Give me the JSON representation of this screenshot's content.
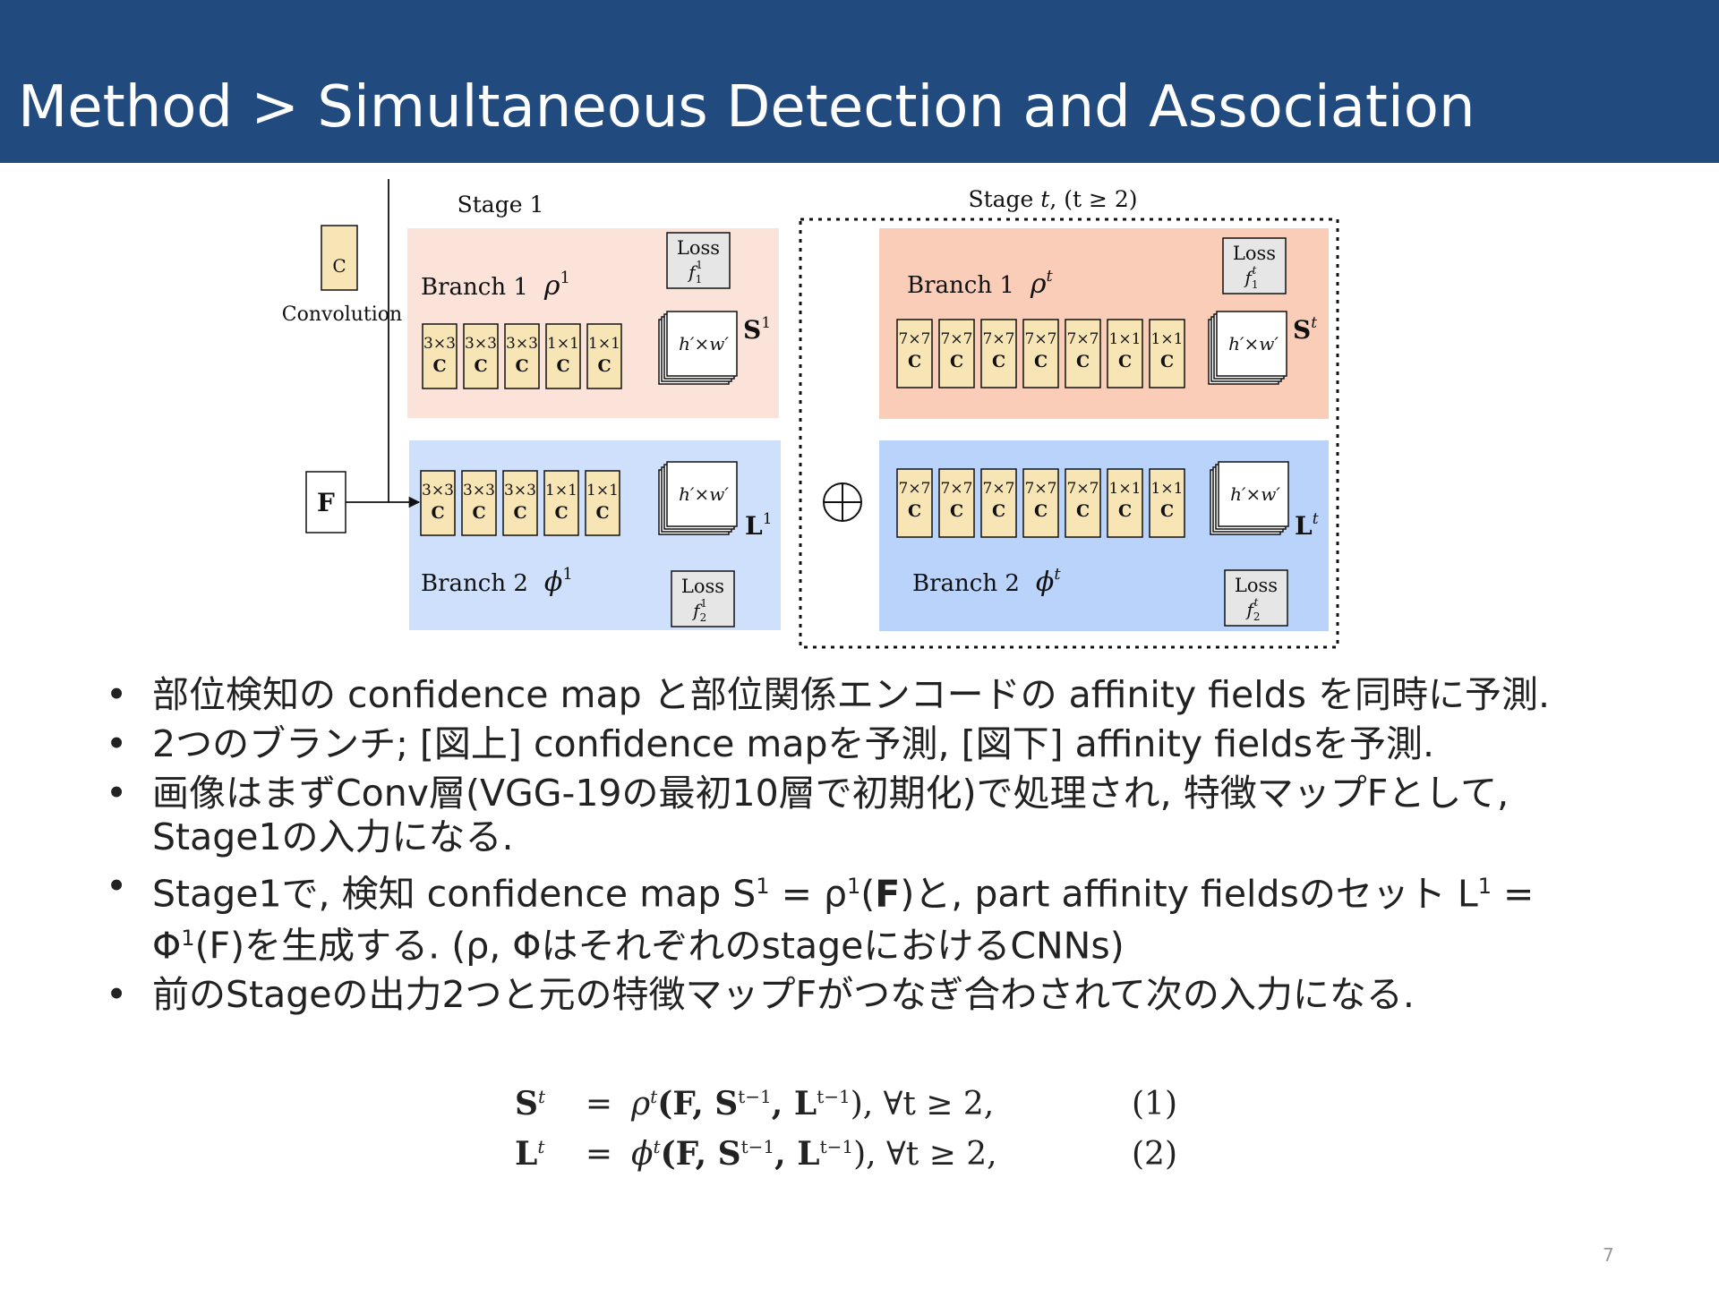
{
  "header": {
    "title": "Method > Simultaneous Detection and Association",
    "background_color": "#214a7f"
  },
  "diagram": {
    "legend_symbol": "C",
    "legend_label": "Convolution",
    "input_label": "F",
    "stage1": {
      "title": "Stage 1",
      "branch1_label": "Branch 1",
      "branch1_symbol": "ρ",
      "branch1_sup": "1",
      "branch2_label": "Branch 2",
      "branch2_symbol": "ϕ",
      "branch2_sup": "1",
      "conv_sizes": [
        "3×3",
        "3×3",
        "3×3",
        "1×1",
        "1×1"
      ],
      "conv_letter": "C",
      "map_label": "h′×w′",
      "loss_label": "Loss",
      "loss1_sym": "f",
      "loss1_sub": "1",
      "loss1_sup": "1",
      "loss2_sym": "f",
      "loss2_sub": "2",
      "loss2_sup": "1",
      "out1_sym": "S",
      "out1_sup": "1",
      "out2_sym": "L",
      "out2_sup": "1"
    },
    "staget": {
      "title_prefix": "Stage ",
      "title_var": "t",
      "title_cond": ", (t ≥ 2)",
      "branch1_label": "Branch 1",
      "branch1_symbol": "ρ",
      "branch1_sup": "t",
      "branch2_label": "Branch 2",
      "branch2_symbol": "ϕ",
      "branch2_sup": "t",
      "conv_sizes": [
        "7×7",
        "7×7",
        "7×7",
        "7×7",
        "7×7",
        "1×1",
        "1×1"
      ],
      "conv_letter": "C",
      "map_label": "h′×w′",
      "loss_label": "Loss",
      "loss1_sym": "f",
      "loss1_sub": "1",
      "loss1_sup": "t",
      "loss2_sym": "f",
      "loss2_sub": "2",
      "loss2_sup": "t",
      "out1_sym": "S",
      "out1_sup": "t",
      "out2_sym": "L",
      "out2_sup": "t"
    },
    "colors": {
      "stage1_branch1_bg": "#fbe3da",
      "stage1_branch2_bg": "#cfe0fc",
      "staget_branch1_bg": "#f9cdb8",
      "staget_branch2_bg": "#b9d3fb",
      "conv_fill": "#f7e5b5",
      "loss_fill": "#e6e6e6"
    }
  },
  "bullets": [
    {
      "text": "部位検知の confidence map と部位関係エンコードの affinity fields を同時に予測."
    },
    {
      "text": "2つのブランチ; [図上] confidence mapを予測, [図下] affinity fieldsを予測."
    },
    {
      "text": "画像はまずConv層(VGG-19の最初10層で初期化)で処理され, 特徴マップFとして, Stage1の入力になる."
    },
    {
      "a": "Stage1で, 検知 confidence map S",
      "s1": "1",
      "b": " = ρ",
      "s2": "1",
      "c": "(",
      "bold": "F",
      "d": ")と, part affinity fieldsのセット L",
      "s3": "1",
      "e": " = Φ",
      "s4": "1",
      "f": "(F)を生成する. (ρ, ΦはそれぞれのstageにおけるCNNs)"
    },
    {
      "text": "前のStageの出力2つと元の特徴マップFがつなぎ合わされて次の入力になる."
    }
  ],
  "bullet_symbol": "•",
  "equations": [
    {
      "lhs": "S",
      "lhs_sup": "t",
      "op": "=",
      "fn": "ρ",
      "fn_sup": "t",
      "args_a": "(F, S",
      "args_sup1": "t−1",
      "args_b": ", L",
      "args_sup2": "t−1",
      "args_c": "),  ∀t ≥ 2,",
      "num": "(1)"
    },
    {
      "lhs": "L",
      "lhs_sup": "t",
      "op": "=",
      "fn": "ϕ",
      "fn_sup": "t",
      "args_a": "(F, S",
      "args_sup1": "t−1",
      "args_b": ", L",
      "args_sup2": "t−1",
      "args_c": "),  ∀t ≥ 2,",
      "num": "(2)"
    }
  ],
  "page_number": "7"
}
